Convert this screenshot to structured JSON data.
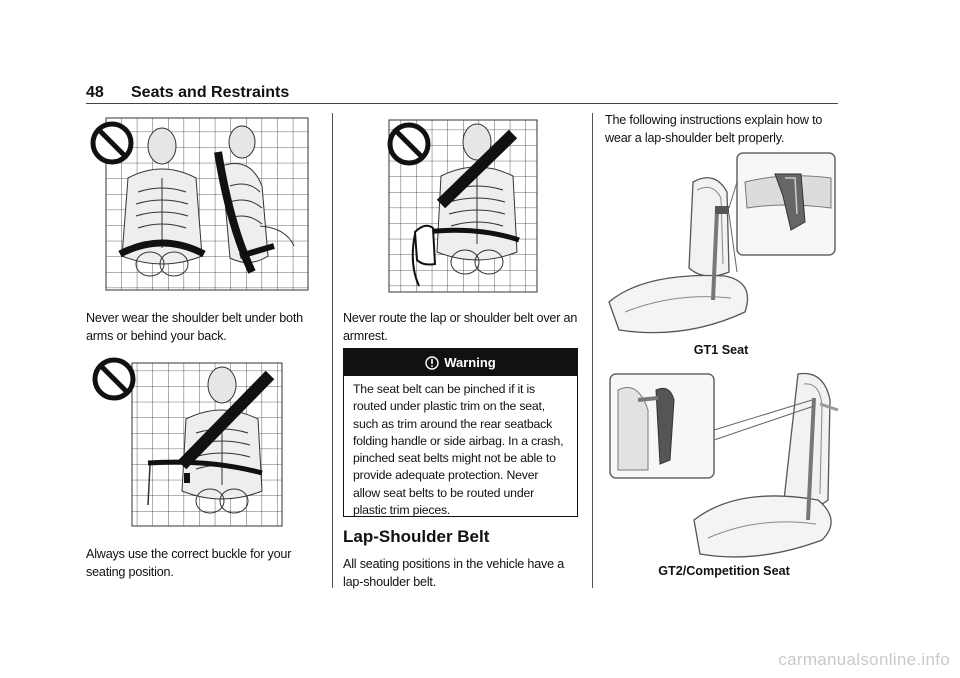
{
  "header": {
    "page_number": "48",
    "chapter_title": "Seats and Restraints"
  },
  "col1": {
    "fig1_icon": "prohibited-icon",
    "para1": "Never wear the shoulder belt under both arms or behind your back.",
    "fig2_icon": "prohibited-icon",
    "para2": "Always use the correct buckle for your seating position."
  },
  "col2": {
    "fig3_icon": "prohibited-icon",
    "para1": "Never route the lap or shoulder belt over an armrest.",
    "warning": {
      "title": "Warning",
      "text": "The seat belt can be pinched if it is routed under plastic trim on the seat, such as trim around the rear seatback folding handle or side airbag. In a crash, pinched seat belts might not be able to provide adequate protection. Never allow seat belts to be routed under plastic trim pieces."
    },
    "section_title": "Lap-Shoulder Belt",
    "para2": "All seating positions in the vehicle have a lap-shoulder belt."
  },
  "col3": {
    "intro": "The following instructions explain how to wear a lap-shoulder belt properly.",
    "caption1": "GT1 Seat",
    "caption2": "GT2/Competition Seat"
  },
  "watermark": "carmanualsonline.info"
}
